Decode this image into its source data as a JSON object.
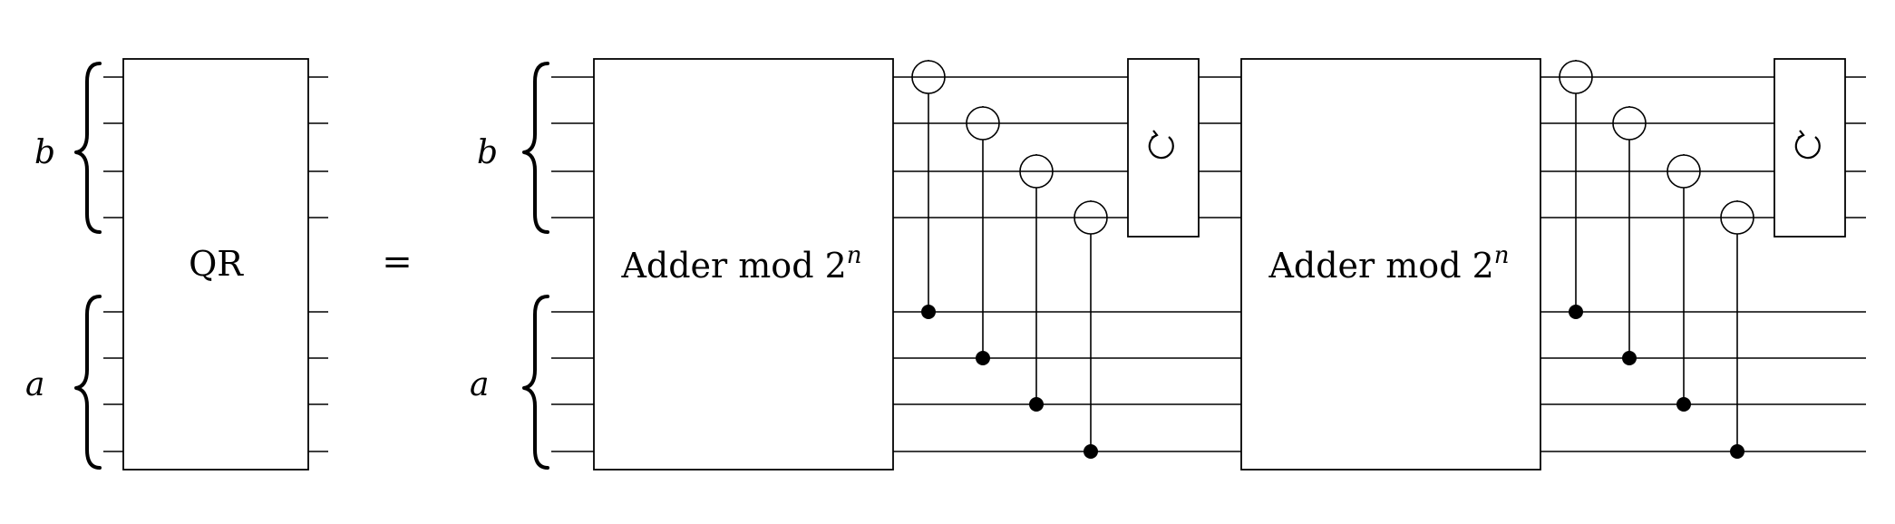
{
  "left": {
    "register_b_label": "b",
    "register_a_label": "a",
    "gate_label": "QR"
  },
  "equals_sign": "=",
  "right": {
    "register_b_label": "b",
    "register_a_label": "a",
    "adder_1": {
      "label": "Adder mod 2",
      "superscript": "n"
    },
    "adder_2": {
      "label": "Adder mod 2",
      "superscript": "n"
    },
    "rotation_1_icon": "rotate-icon",
    "rotation_2_icon": "rotate-icon"
  }
}
